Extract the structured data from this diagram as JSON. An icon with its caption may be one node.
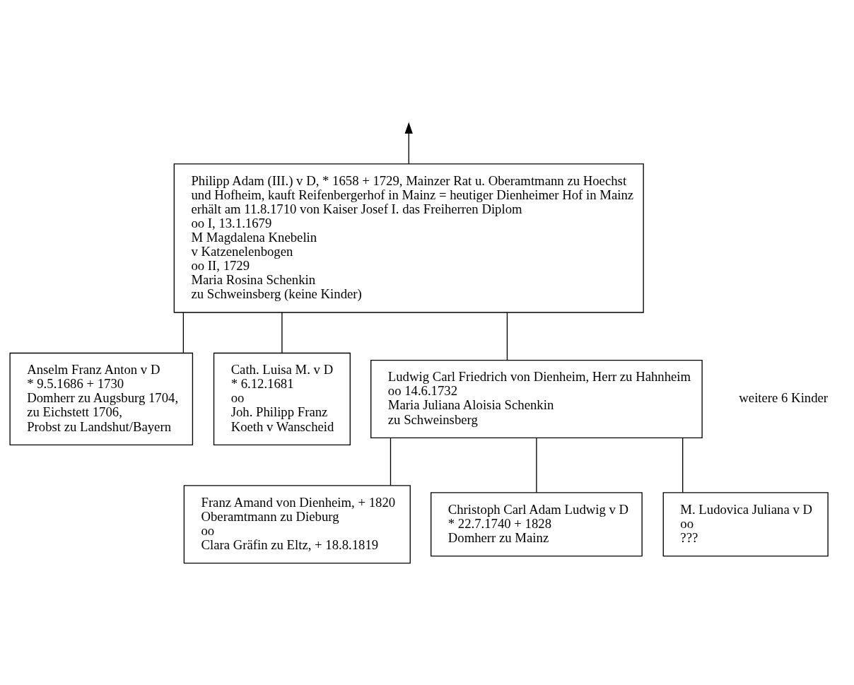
{
  "diagram": {
    "nodes": [
      {
        "text": [
          "Philipp Adam (III.) v D, * 1658 + 1729, Mainzer Rat u. Oberamtmann zu Hoechst und Hofheim, kauft Reifenbergerhof in Mainz = heutiger Dienheimer Hof in Mainz",
          "erhält am 11.8.1710 von Kaiser Josef I. das Freiherren Diplom",
          "oo I, 13.1.1679",
          "M Magdalena Knebelin",
          "v Katzenelenbogen",
          "oo II, 1729",
          "Maria Rosina Schenkin",
          "zu Schweinsberg (keine Kinder)"
        ]
      },
      {
        "text": [
          "Anselm Franz Anton v D",
          "* 9.5.1686 + 1730",
          "Domherr zu Augsburg 1704,",
          "zu Eichstett 1706,",
          "Probst zu Landshut/Bayern"
        ]
      },
      {
        "text": [
          "Cath. Luisa M. v D",
          "* 6.12.1681",
          "oo",
          "Joh. Philipp Franz",
          "Koeth v Wanscheid"
        ]
      },
      {
        "text": [
          "Ludwig Carl Friedrich von Dienheim, Herr zu Hahnheim",
          "oo 14.6.1732",
          "Maria Juliana Aloisia Schenkin",
          "zu Schweinsberg"
        ]
      },
      {
        "text": [
          "Franz Amand von Dienheim, + 1820",
          "Oberamtmann zu Dieburg",
          "oo",
          "Clara Gräfin zu Eltz, + 18.8.1819"
        ]
      },
      {
        "text": [
          "Christoph Carl Adam Ludwig v D",
          "* 22.7.1740 + 1828",
          "Domherr zu Mainz"
        ]
      },
      {
        "text": [
          "M. Ludovica Juliana v D",
          "oo",
          "???"
        ]
      }
    ],
    "edges": [
      {
        "from": 0,
        "to": null,
        "arrow": "to"
      },
      {
        "from": 0,
        "to": 1,
        "arrow": "none"
      },
      {
        "from": 0,
        "to": 2,
        "arrow": "none"
      },
      {
        "from": 0,
        "to": 3,
        "arrow": "none"
      },
      {
        "from": 3,
        "to": 4,
        "arrow": "none"
      },
      {
        "from": 3,
        "to": 5,
        "arrow": "none"
      },
      {
        "from": 3,
        "to": 6,
        "arrow": "none"
      }
    ],
    "labels": [
      "weitere 6 Kinder"
    ]
  }
}
